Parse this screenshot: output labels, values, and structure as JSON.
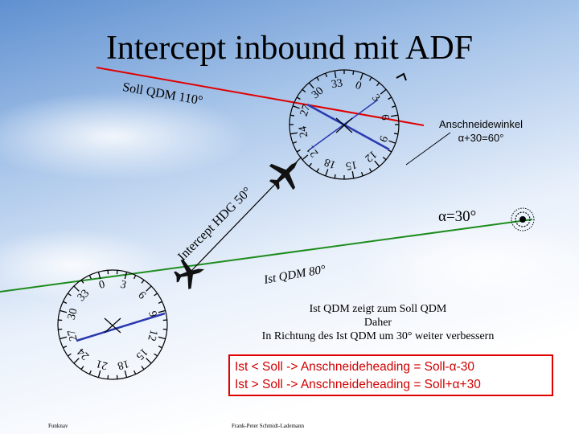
{
  "title": "Intercept inbound mit ADF",
  "labels": {
    "soll_qdm": "Soll QDM 110°",
    "intercept_hdg": "Intercept HDG 50°",
    "ist_qdm": "Ist QDM 80°",
    "anschneidewinkel_title": "Anschneidewinkel",
    "anschneidewinkel_formula": "α+30=60°",
    "alpha": "α=30°"
  },
  "info_lines": [
    "Ist QDM zeigt zum Soll QDM",
    "Daher",
    "In Richtung des Ist QDM um 30° weiter verbessern"
  ],
  "rules": [
    "Ist < Soll -> Anschneideheading = Soll-α-30",
    "Ist > Soll -> Anschneideheading = Soll+α+30"
  ],
  "footer": {
    "left": "Funknav",
    "center": "Frank-Peter Schmidt-Lademann"
  },
  "compass_labels": [
    "0",
    "3",
    "6",
    "9",
    "12",
    "15",
    "18",
    "21",
    "24",
    "27",
    "30",
    "33"
  ],
  "colors": {
    "soll_line": "#e00000",
    "ist_line": "#1e8c1e",
    "needle": "#2a3ab0",
    "rule_text": "#d00000",
    "sky_top": "#6f9fd8",
    "sky_bottom": "#ffffff"
  }
}
